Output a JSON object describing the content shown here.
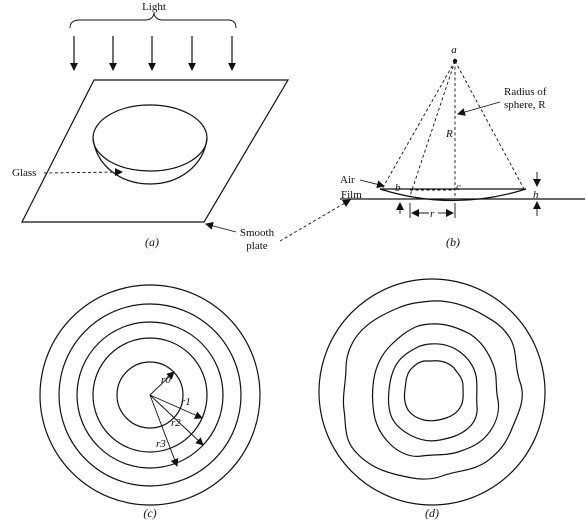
{
  "panel_a": {
    "light_label": "Light",
    "glass_label": "Glass",
    "smooth_plate_label_line1": "Smooth",
    "smooth_plate_label_line2": "plate",
    "caption": "(a)"
  },
  "panel_b": {
    "point_label": "a",
    "radius_label_line1": "Radius of",
    "radius_label_line2": "sphere, R",
    "R_label": "R",
    "air_label": "Air",
    "film_label": "Film",
    "b_label": "b",
    "c_label": "c",
    "h_label": "h",
    "r_label": "r",
    "caption": "(b)"
  },
  "panel_c": {
    "radius_labels": [
      "r0",
      "r1",
      "r2",
      "r3"
    ],
    "caption": "(c)"
  },
  "panel_d": {
    "caption": "(d)"
  },
  "colors": {
    "ink": "#111111",
    "background": "#ffffff"
  }
}
